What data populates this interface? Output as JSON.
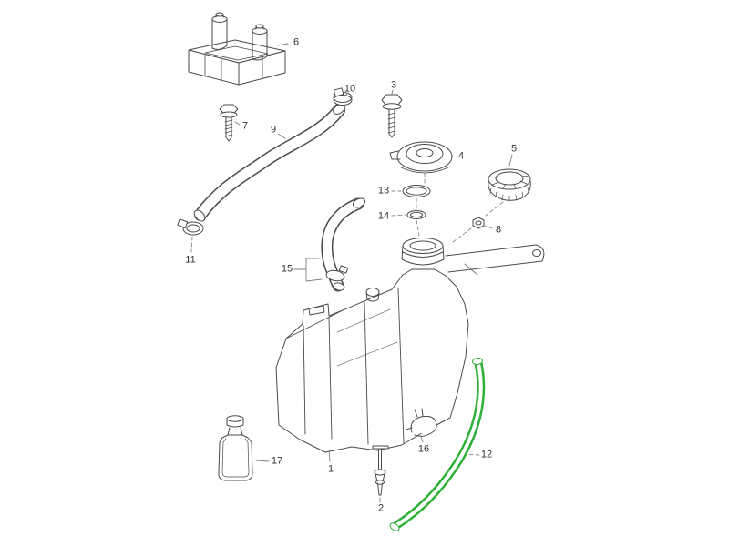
{
  "page": {
    "background_color": "#ffffff"
  },
  "diagram": {
    "line_color": "#4a4a4a",
    "leader_line_color": "#808080",
    "highlight_color": "#2eaf36",
    "label_color": "#333333",
    "parts": [
      {
        "number": "1"
      },
      {
        "number": "2"
      },
      {
        "number": "3"
      },
      {
        "number": "4"
      },
      {
        "number": "5"
      },
      {
        "number": "6"
      },
      {
        "number": "7"
      },
      {
        "number": "8"
      },
      {
        "number": "9"
      },
      {
        "number": "10"
      },
      {
        "number": "11"
      },
      {
        "number": "12"
      },
      {
        "number": "13"
      },
      {
        "number": "14"
      },
      {
        "number": "15"
      },
      {
        "number": "16"
      },
      {
        "number": "17"
      }
    ]
  }
}
